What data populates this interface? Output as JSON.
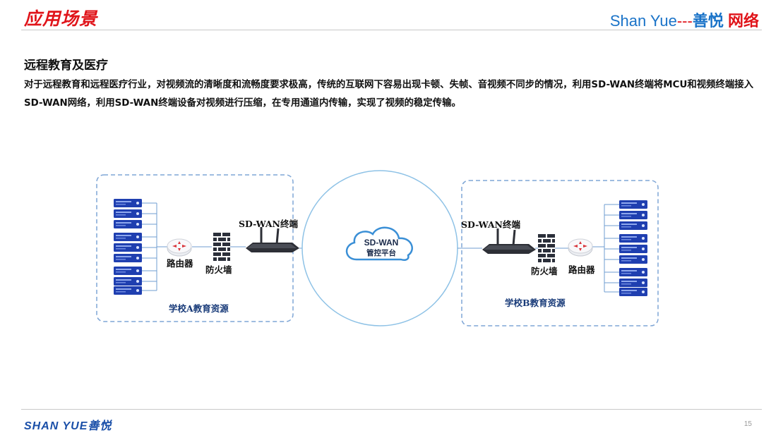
{
  "header": {
    "title": "应用场景",
    "brand_latin": "Shan Yue",
    "brand_dashes": "---",
    "brand_cn": "善悦",
    "brand_cn2": "网络"
  },
  "section": {
    "title": "远程教育及医疗",
    "description": "对于远程教育和远程医疗行业，对视频流的清晰度和流畅度要求极高，传统的互联网下容易出现卡顿、失帧、音视频不同步的情况，利用SD-WAN终端将MCU和视频终端接入SD-WAN网络，利用SD-WAN终端设备对视频进行压缩，在专用通道内传输，实现了视频的稳定传输。"
  },
  "diagram": {
    "left_router_label": "路由器",
    "left_firewall_label": "防火墙",
    "left_terminal_label": "SD-WAN终端",
    "left_group_label": "学校A教育资源",
    "cloud_line1": "SD-WAN",
    "cloud_line2": "管控平台",
    "right_terminal_label": "SD-WAN终端",
    "right_firewall_label": "防火墙",
    "right_router_label": "路由器",
    "right_group_label": "学校B教育资源"
  },
  "footer": {
    "logo_latin": "SHAN YUE",
    "logo_cn": "善悦",
    "page_number": "15"
  },
  "colors": {
    "accent_red": "#e0141a",
    "brand_blue": "#1a73c8",
    "server_blue": "#1f3fb0",
    "dash_border": "#7fa6d6",
    "circle": "#8ec2e6"
  }
}
